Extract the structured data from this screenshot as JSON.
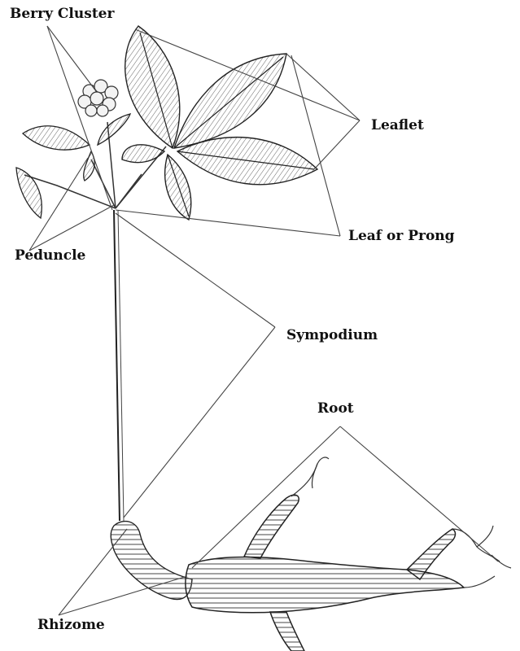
{
  "labels": {
    "berry_cluster": "Berry Cluster",
    "leaflet": "Leaflet",
    "leaf_or_prong": "Leaf or Prong",
    "peduncle": "Peduncle",
    "sympodium": "Sympodium",
    "root": "Root",
    "rhizome": "Rhizome"
  },
  "colors": {
    "ink": "#111111",
    "line": "#333333",
    "paper": "#ffffff"
  }
}
